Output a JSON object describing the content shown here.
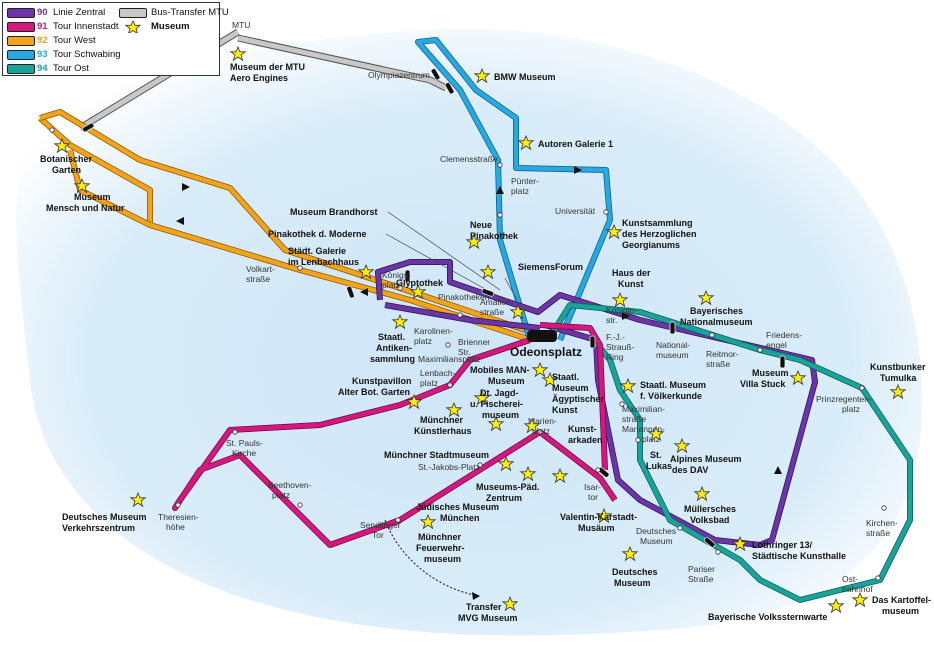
{
  "legend": {
    "lines": [
      {
        "number": "90",
        "name": "Linie Zentral",
        "color": "#5b2d8e"
      },
      {
        "number": "91",
        "name": "Tour Innenstadt",
        "color": "#d4187d"
      },
      {
        "number": "92",
        "name": "Tour West",
        "color": "#f2a31b"
      },
      {
        "number": "93",
        "name": "Tour Schwabing",
        "color": "#27a8e0"
      },
      {
        "number": "94",
        "name": "Tour Ost",
        "color": "#1aa39a"
      }
    ],
    "bus_transfer": {
      "name": "Bus-Transfer MTU",
      "color": "#a7a9ac"
    },
    "museum_symbol": "Museum"
  },
  "hub": "Odeonsplatz",
  "stops": {
    "mtu": "MTU",
    "olympiazentrum": "Olympiazentrum",
    "clemensstrasse": "Clemensstraße",
    "puenterplatz": [
      "Pünter-",
      "platz"
    ],
    "universitaet": "Universität",
    "volkartstrasse": [
      "Volkart-",
      "straße"
    ],
    "koenigsplatz": [
      "Königs-",
      "platz"
    ],
    "pinakotheken": "Pinakotheken",
    "amalienstrasse": [
      "Amalien-",
      "straße"
    ],
    "karolinenplatz": [
      "Karolinen-",
      "platz"
    ],
    "briennerstr": [
      "Brienner",
      "Str."
    ],
    "maximiliansplatz": "Maximiliansplatz",
    "lenbachplatz": [
      "Lenbach-",
      "platz"
    ],
    "koeniginstr": [
      "Königin-",
      "str."
    ],
    "fjstraussring": [
      "F.-J.-",
      "Strauß-",
      "Ring"
    ],
    "nationalmuseum": [
      "National-",
      "museum"
    ],
    "reitmorstrasse": [
      "Reitmor-",
      "straße"
    ],
    "friedensengel": [
      "Friedens-",
      "engel"
    ],
    "prinzregentenplatz": [
      "Prinzregenten-",
      "platz"
    ],
    "kirchenstrasse": [
      "Kirchen-",
      "straße"
    ],
    "ostbahnhof": [
      "Ost-",
      "bahnhof"
    ],
    "maximilianstrasse": [
      "Maximilian-",
      "straße"
    ],
    "mariannenplatz": [
      "Mariannen-",
      "platz"
    ],
    "marienplatz": [
      "Marien-",
      "platz"
    ],
    "stjakobsplatz": "St.-Jakobs-Platz",
    "sendlingertor": [
      "Sendlinger",
      "Tor"
    ],
    "isartor": [
      "Isar-",
      "tor"
    ],
    "deutschesmuseum": [
      "Deutsches",
      "Museum"
    ],
    "pariserstrasse": [
      "Pariser",
      "Straße"
    ],
    "stpaulskirche": [
      "St. Pauls-",
      "Kirche"
    ],
    "beethovenplatz": [
      "Beethoven-",
      "platz"
    ],
    "theresienhoehe": [
      "Theresien-",
      "höhe"
    ]
  },
  "museums": {
    "mtu_aero": [
      "Museum der MTU",
      "Aero Engines"
    ],
    "bmw": "BMW Museum",
    "autoren": "Autoren Galerie 1",
    "botanischer": [
      "Botanischer",
      "Garten"
    ],
    "mensch_natur": [
      "Museum",
      "Mensch und Natur"
    ],
    "brandhorst": "Museum Brandhorst",
    "moderne": "Pinakothek d. Moderne",
    "lenbachhaus": [
      "Städt. Galerie",
      "im Lenbachhaus"
    ],
    "neue_pinakothek": [
      "Neue",
      "Pinakothek"
    ],
    "siemens": "SiemensForum",
    "kunstsammlung": [
      "Kunstsammlung",
      "des Herzoglichen",
      "Georgianums"
    ],
    "glyptothek": "Glyptothek",
    "antiken": [
      "Staatl.",
      "Antiken-",
      "sammlung"
    ],
    "haus_kunst": [
      "Haus der",
      "Kunst"
    ],
    "nationalmuseum": [
      "Bayerisches",
      "Nationalmuseum"
    ],
    "villa_stuck": [
      "Museum",
      "Villa Stuck"
    ],
    "tumulka": [
      "Kunstbunker",
      "Tumulka"
    ],
    "mobiles_man": [
      "Mobiles MAN-",
      "Museum"
    ],
    "aegyptisch": [
      "Staatl.",
      "Museum",
      "Ägyptischer",
      "Kunst"
    ],
    "jagd": [
      "Dt. Jagd-",
      "u. Fischerei-",
      "museum"
    ],
    "kunstpavillon": [
      "Kunstpavillon",
      "Alter Bot. Garten"
    ],
    "kuenstlerhaus": [
      "Münchner",
      "Künstlerhaus"
    ],
    "voelkerkunde": [
      "Staatl. Museum",
      "f. Völkerkunde"
    ],
    "stadtmuseum": "Münchner Stadtmuseum",
    "kunstarkaden": [
      "Kunst-",
      "arkaden"
    ],
    "alpines": [
      "Alpines Museum",
      "des DAV"
    ],
    "stlukas": [
      "St.",
      "Lukas"
    ],
    "paed": [
      "Museums-Päd.",
      "Zentrum"
    ],
    "juedisches": [
      "Jüdisches Museum",
      "München"
    ],
    "valentin": [
      "Valentin-Karstadt-",
      "Musäum"
    ],
    "verkehrszentrum": [
      "Deutsches Museum",
      "Verkehrszentrum"
    ],
    "feuerwehr": [
      "Münchner",
      "Feuerwehr-",
      "museum"
    ],
    "volksbad": [
      "Müllersches",
      "Volksbad"
    ],
    "lothringer": [
      "Lothringer 13/",
      "Städtische Kunsthalle"
    ],
    "deutsches": [
      "Deutsches",
      "Museum"
    ],
    "transfer_mvg": [
      "Transfer",
      "MVG Museum"
    ],
    "volkssternwarte": "Bayerische Volkssternwarte",
    "kartoffel": [
      "Das Kartoffel-",
      "museum"
    ]
  }
}
